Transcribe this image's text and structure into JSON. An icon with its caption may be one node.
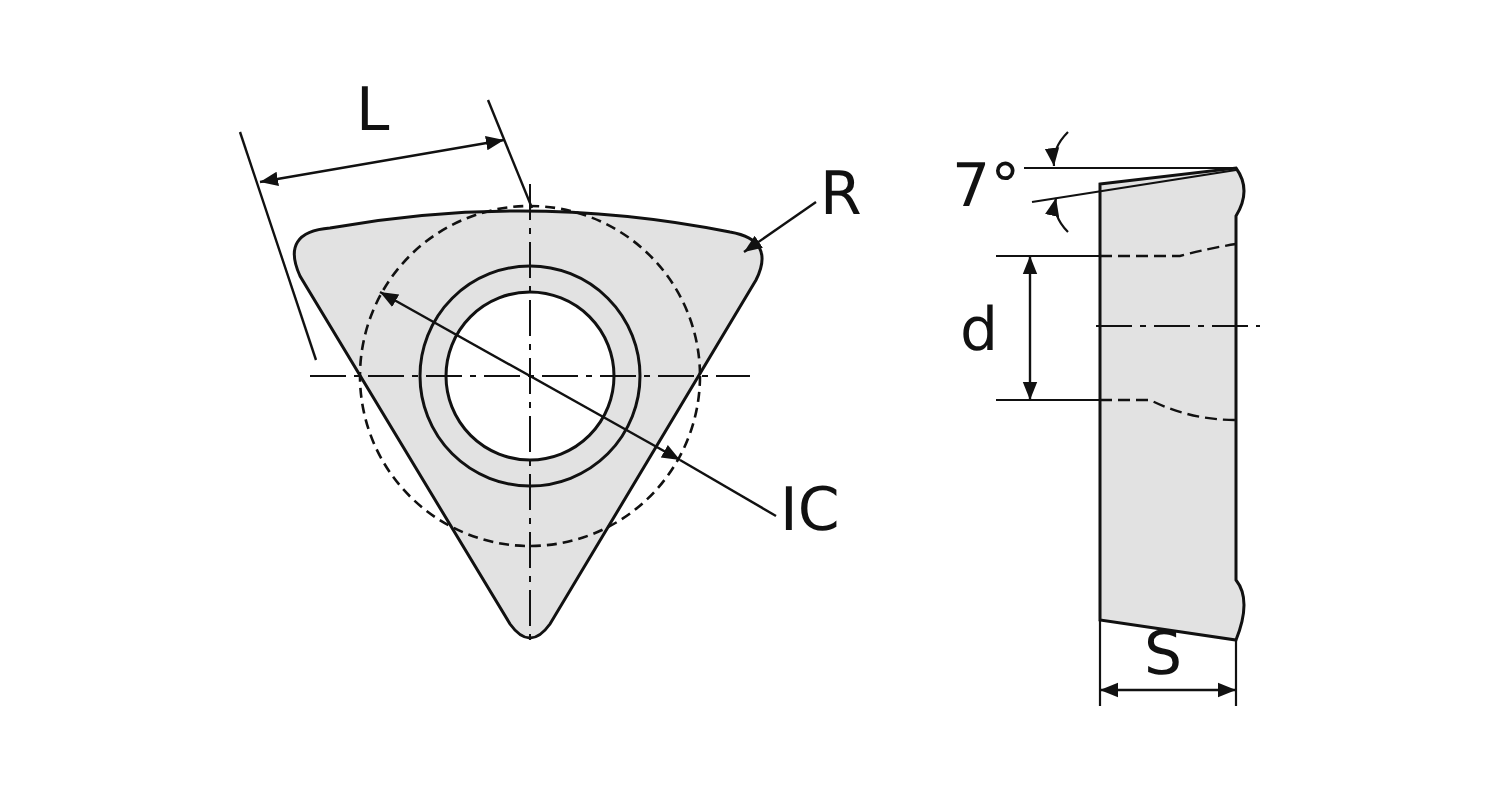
{
  "diagram": {
    "labels": [
      "L",
      "R",
      "7°",
      "d",
      "IC",
      "S"
    ]
  }
}
